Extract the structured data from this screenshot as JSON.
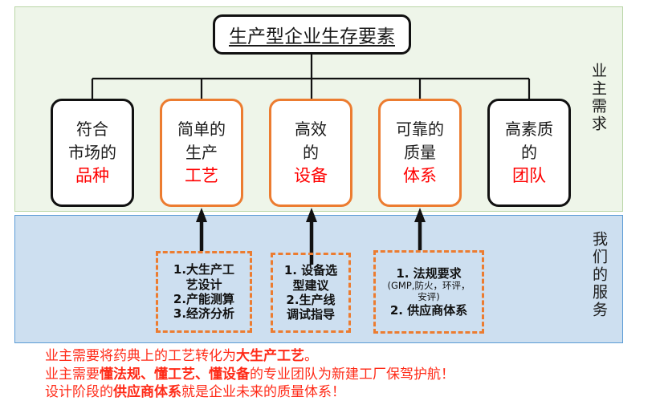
{
  "diagram": {
    "title": "生产型企业生存要素",
    "owner_section": {
      "side_label": "业主需求",
      "elements": [
        {
          "line1": "符合",
          "line2": "市场的",
          "key": "品种",
          "border": "black",
          "border_color": "#111111"
        },
        {
          "line1": "简单的",
          "line2": "生产",
          "key": "工艺",
          "border": "orange",
          "border_color": "#ec7c30"
        },
        {
          "line1": "高效",
          "line2": "的",
          "key": "设备",
          "border": "orange",
          "border_color": "#ec7c30"
        },
        {
          "line1": "可靠的",
          "line2": "质量",
          "key": "体系",
          "border": "orange",
          "border_color": "#ec7c30"
        },
        {
          "line1": "高素质",
          "line2": "的",
          "key": "团队",
          "border": "black",
          "border_color": "#111111"
        }
      ]
    },
    "service_section": {
      "side_label": "我们的服务",
      "boxes": [
        {
          "lines": [
            "1.大生产工",
            "艺设计",
            "2.产能测算",
            "3.经济分析"
          ],
          "sub": ""
        },
        {
          "lines": [
            "1. 设备选",
            "型建议",
            "2.生产线",
            "调试指导"
          ],
          "sub": ""
        },
        {
          "lines": [
            "1. 法规要求",
            "2. 供应商体系"
          ],
          "sub_lines": [
            "(GMP,防火，环评，",
            "安评)"
          ],
          "sub_after": 1
        }
      ]
    },
    "caption": {
      "lines": [
        [
          {
            "t": "业主需要将药典上的工艺转化为",
            "b": false
          },
          {
            "t": "大生产工艺",
            "b": true
          },
          {
            "t": "。",
            "b": false
          }
        ],
        [
          {
            "t": "业主需要",
            "b": false
          },
          {
            "t": "懂法规、懂工艺、懂设备",
            "b": true
          },
          {
            "t": "的专业团队为新建工厂保驾护航！",
            "b": false
          }
        ],
        [
          {
            "t": "设计阶段的",
            "b": false
          },
          {
            "t": "供应商体系",
            "b": true
          },
          {
            "t": "就是企业未来的质量体系！",
            "b": false
          }
        ]
      ]
    },
    "colors": {
      "owner_panel_fill": "#eef5e9",
      "owner_panel_border": "#b9d6a6",
      "service_panel_fill": "#cddff0",
      "service_panel_border": "#5b9bd5",
      "accent_orange": "#ec7c30",
      "key_red": "#ff0000",
      "caption_red": "#ff2a17",
      "outline_black": "#111111"
    }
  }
}
